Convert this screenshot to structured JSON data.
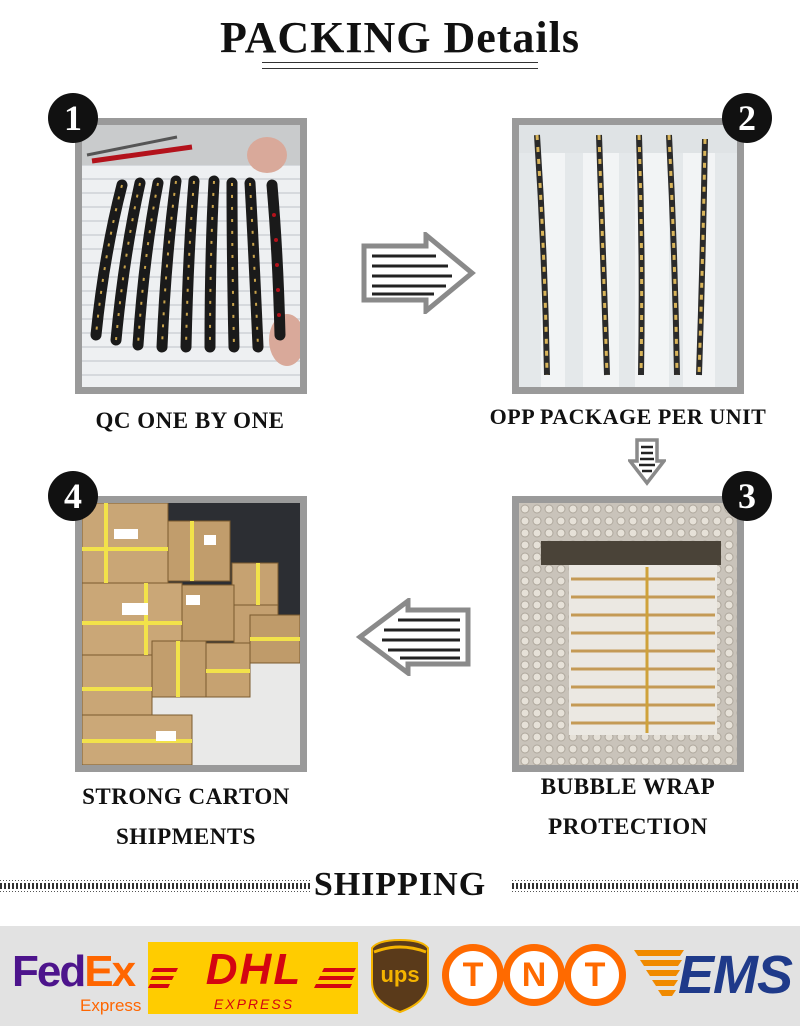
{
  "header": {
    "title": "PACKING Details"
  },
  "steps": [
    {
      "number": "1",
      "label_line1": "QC ONE BY ONE",
      "label_line2": ""
    },
    {
      "number": "2",
      "label_line1": "OPP PACKAGE PER UNIT",
      "label_line2": ""
    },
    {
      "number": "3",
      "label_line1": "BUBBLE WRAP",
      "label_line2": "PROTECTION"
    },
    {
      "number": "4",
      "label_line1": "STRONG CARTON",
      "label_line2": "SHIPMENTS"
    }
  ],
  "shipping": {
    "title": "SHIPPING"
  },
  "carriers": {
    "fedex": {
      "fed": "Fed",
      "ex": "Ex",
      "sub": "Express"
    },
    "dhl": {
      "name": "DHL",
      "sub": "EXPRESS"
    },
    "ups": {
      "name": "ups"
    },
    "tnt": {
      "letters": [
        "T",
        "N",
        "T"
      ]
    },
    "ems": {
      "name": "EMS"
    }
  },
  "colors": {
    "fedex_purple": "#4d148c",
    "fedex_orange": "#ff6600",
    "dhl_yellow": "#ffcc00",
    "dhl_red": "#d40511",
    "ups_brown": "#5a3a1a",
    "ups_gold": "#f5b400",
    "tnt_orange": "#ff6a00",
    "ems_blue": "#1f3a8a",
    "ems_orange": "#f08a00"
  }
}
